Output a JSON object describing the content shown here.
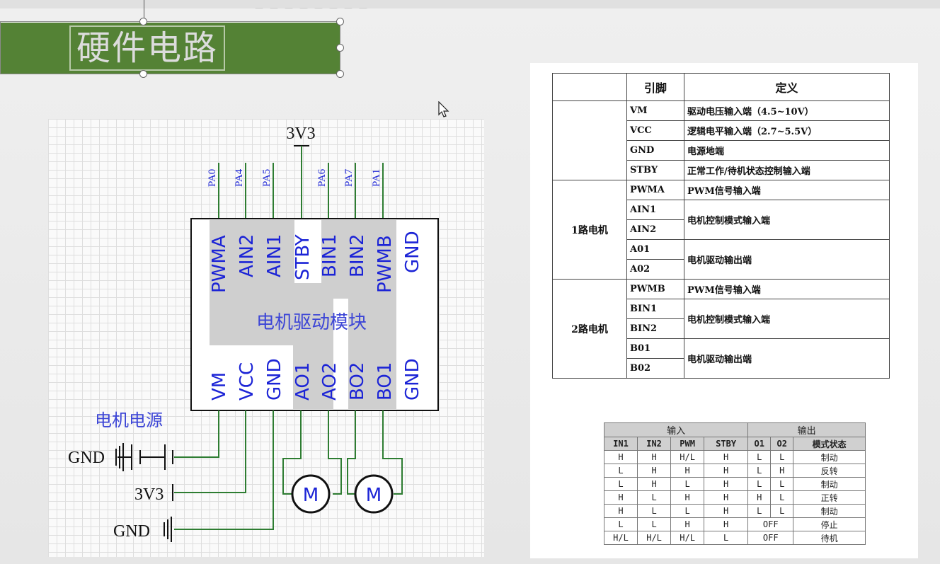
{
  "slide": {
    "title": "硬件电路"
  },
  "circuit": {
    "supply_top": "3V3",
    "top_nets": [
      "PA0",
      "PA4",
      "PA5",
      "PA6",
      "PA7",
      "PA1"
    ],
    "module_pins_top": [
      "PWMA",
      "AIN2",
      "AIN1",
      "STBY",
      "BIN1",
      "BIN2",
      "PWMB",
      "GND"
    ],
    "module_label": "电机驱动模块",
    "module_pins_bottom": [
      "VM",
      "VCC",
      "GND",
      "AO1",
      "AO2",
      "BO2",
      "BO1",
      "GND"
    ],
    "motor_power_label": "电机电源",
    "left_labels": [
      "GND",
      "3V3",
      "GND"
    ],
    "motor_symbol": "M",
    "wire_color": "#2e7d32",
    "pin_text_color": "#1c24d6"
  },
  "pin_table": {
    "headers": [
      "",
      "引脚",
      "定义"
    ],
    "rows": [
      {
        "group": "",
        "pin": "VM",
        "def": "驱动电压输入端（4.5~10V）"
      },
      {
        "group": "",
        "pin": "VCC",
        "def": "逻辑电平输入端（2.7~5.5V）"
      },
      {
        "group": "",
        "pin": "GND",
        "def": "电源地端"
      },
      {
        "group": "",
        "pin": "STBY",
        "def": "正常工作/待机状态控制输入端"
      },
      {
        "group": "1路电机",
        "pin": "PWMA",
        "def": "PWM信号输入端"
      },
      {
        "group": "",
        "pin": "AIN1",
        "def": "电机控制模式输入端"
      },
      {
        "group": "",
        "pin": "AIN2",
        "def": ""
      },
      {
        "group": "",
        "pin": "A01",
        "def": "电机驱动输出端"
      },
      {
        "group": "",
        "pin": "A02",
        "def": ""
      },
      {
        "group": "2路电机",
        "pin": "PWMB",
        "def": "PWM信号输入端"
      },
      {
        "group": "",
        "pin": "BIN1",
        "def": "电机控制模式输入端"
      },
      {
        "group": "",
        "pin": "BIN2",
        "def": ""
      },
      {
        "group": "",
        "pin": "B01",
        "def": "电机驱动输出端"
      },
      {
        "group": "",
        "pin": "B02",
        "def": ""
      }
    ]
  },
  "mode_table": {
    "group_input": "输入",
    "group_output": "输出",
    "headers": [
      "IN1",
      "IN2",
      "PWM",
      "STBY",
      "O1",
      "O2",
      "模式状态"
    ],
    "rows": [
      [
        "H",
        "H",
        "H/L",
        "H",
        "L",
        "L",
        "制动"
      ],
      [
        "L",
        "H",
        "H",
        "H",
        "L",
        "H",
        "反转"
      ],
      [
        "L",
        "H",
        "L",
        "H",
        "L",
        "L",
        "制动"
      ],
      [
        "H",
        "L",
        "H",
        "H",
        "H",
        "L",
        "正转"
      ],
      [
        "H",
        "L",
        "L",
        "H",
        "L",
        "L",
        "制动"
      ],
      [
        "L",
        "L",
        "H",
        "H",
        "OFF",
        "",
        "停止"
      ],
      [
        "H/L",
        "H/L",
        "H/L",
        "L",
        "OFF",
        "",
        "待机"
      ]
    ]
  }
}
